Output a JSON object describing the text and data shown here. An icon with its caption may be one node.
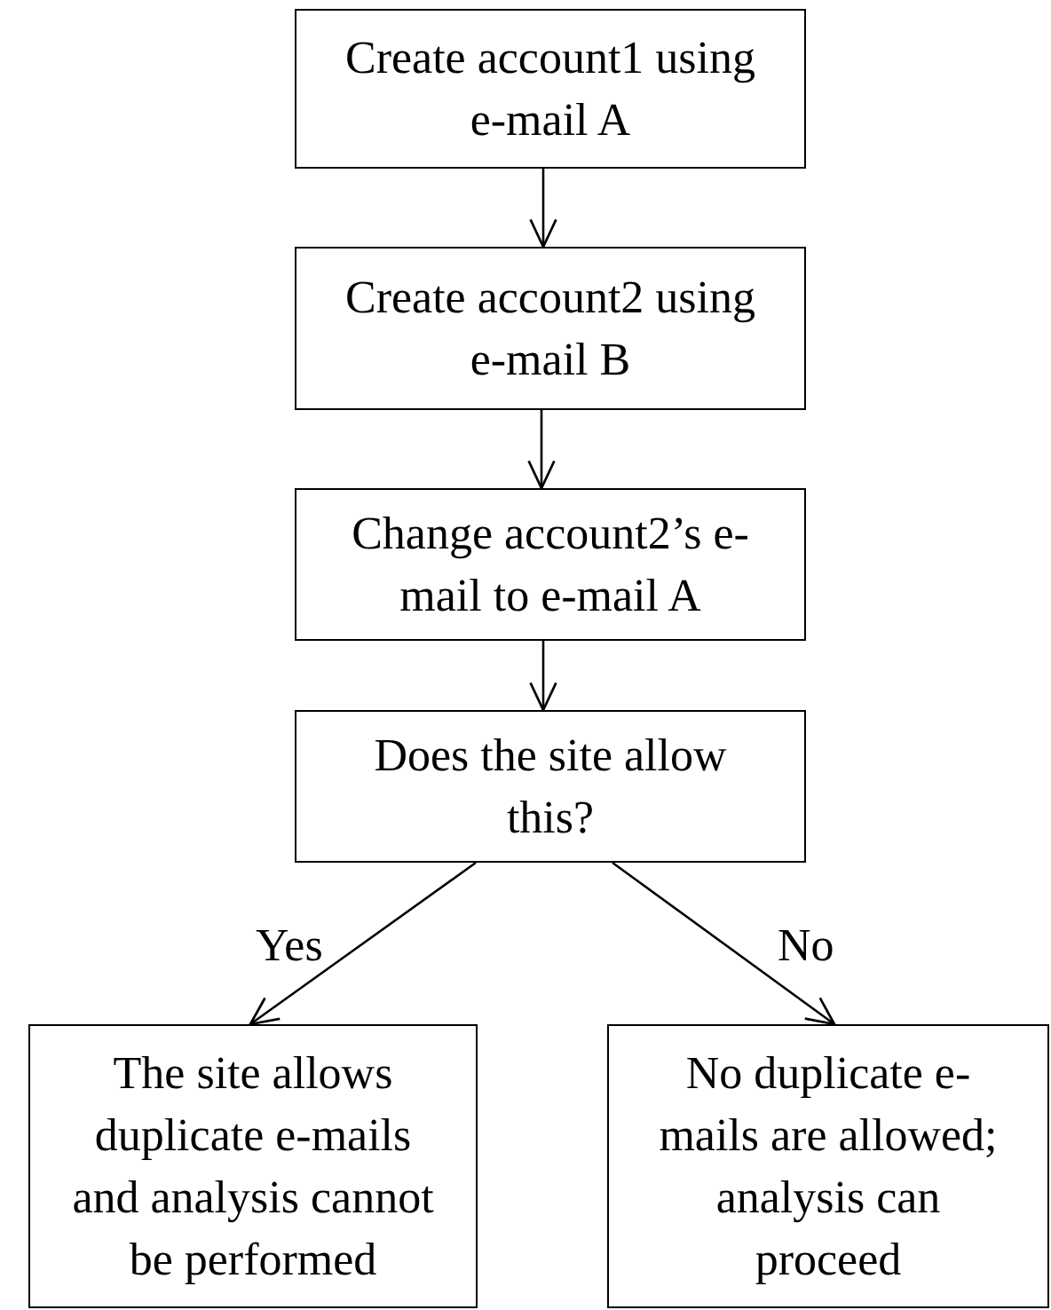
{
  "diagram": {
    "nodes": [
      {
        "text": [
          "Create account1 using e-mail A"
        ]
      },
      {
        "text": [
          "Create account2 using e-mail B"
        ]
      },
      {
        "text": [
          "Change account2’s e-mail to e-mail A"
        ]
      },
      {
        "text": [
          "Does the site allow this?"
        ]
      },
      {
        "text": [
          "The site allows duplicate e-mails and analysis cannot be performed"
        ]
      },
      {
        "text": [
          "No duplicate e-mails are allowed; analysis can proceed"
        ]
      }
    ],
    "edges": [
      {
        "from": 0,
        "to": 1,
        "arrow": "to"
      },
      {
        "from": 1,
        "to": 2,
        "arrow": "to"
      },
      {
        "from": 2,
        "to": 3,
        "arrow": "to"
      },
      {
        "from": 3,
        "to": 4,
        "arrow": "to",
        "label": "Yes"
      },
      {
        "from": 3,
        "to": 5,
        "arrow": "to",
        "label": "No"
      }
    ]
  }
}
